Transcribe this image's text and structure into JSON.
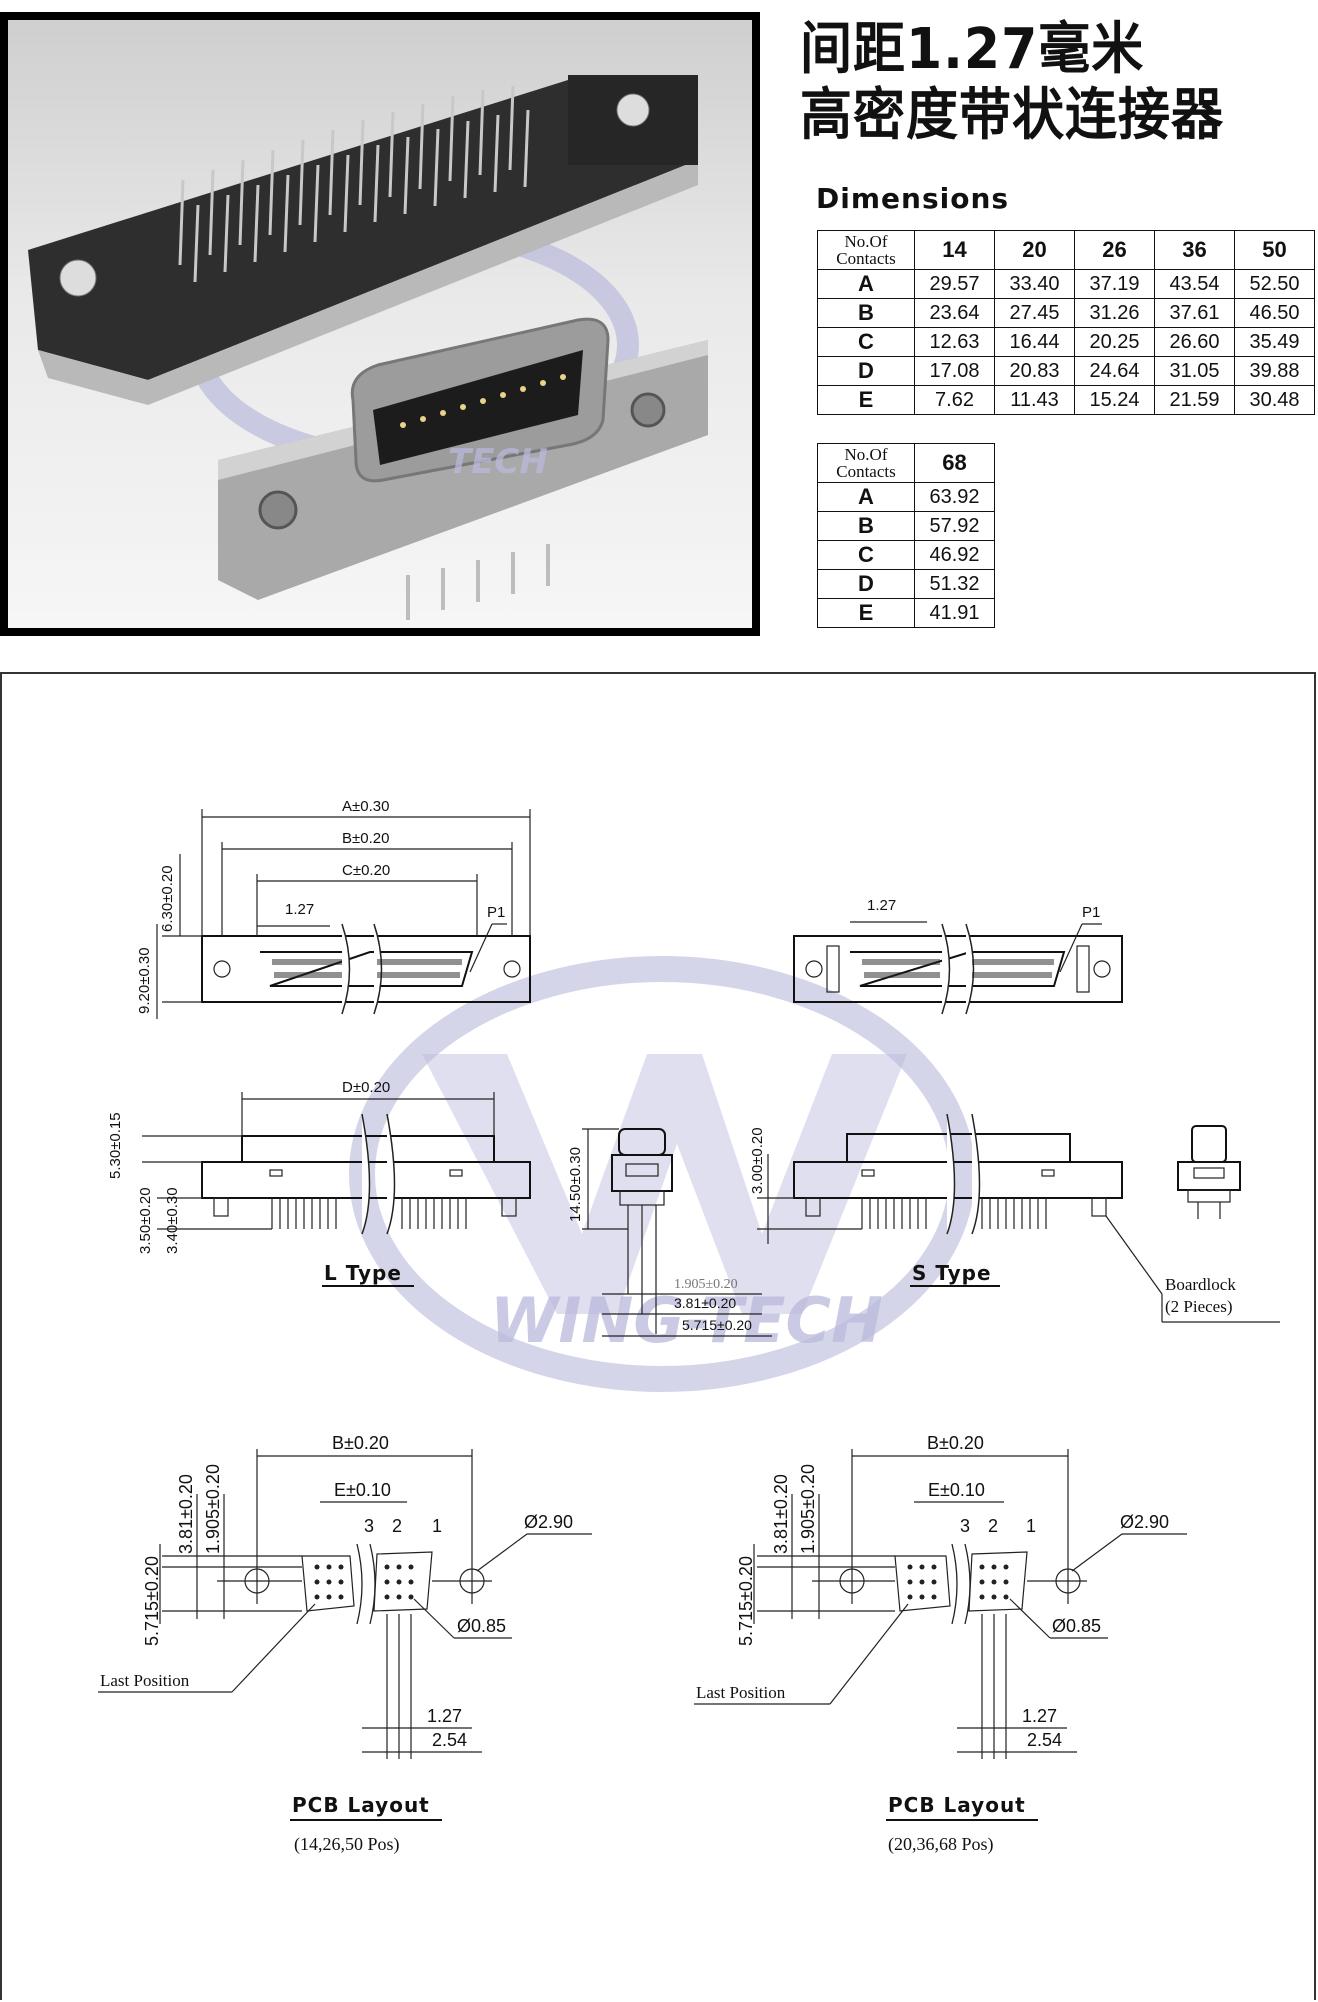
{
  "title": {
    "line1": "间距1.27毫米",
    "line2": "高密度带状连接器"
  },
  "dimensions_heading": "Dimensions",
  "table_main": {
    "header_label": "No.Of Contacts",
    "columns": [
      "14",
      "20",
      "26",
      "36",
      "50"
    ],
    "rows": [
      {
        "label": "A",
        "values": [
          "29.57",
          "33.40",
          "37.19",
          "43.54",
          "52.50"
        ]
      },
      {
        "label": "B",
        "values": [
          "23.64",
          "27.45",
          "31.26",
          "37.61",
          "46.50"
        ]
      },
      {
        "label": "C",
        "values": [
          "12.63",
          "16.44",
          "20.25",
          "26.60",
          "35.49"
        ]
      },
      {
        "label": "D",
        "values": [
          "17.08",
          "20.83",
          "24.64",
          "31.05",
          "39.88"
        ]
      },
      {
        "label": "E",
        "values": [
          "7.62",
          "11.43",
          "15.24",
          "21.59",
          "30.48"
        ]
      }
    ]
  },
  "table_68": {
    "header_label": "No.Of Contacts",
    "columns": [
      "68"
    ],
    "rows": [
      {
        "label": "A",
        "values": [
          "63.92"
        ]
      },
      {
        "label": "B",
        "values": [
          "57.92"
        ]
      },
      {
        "label": "C",
        "values": [
          "46.92"
        ]
      },
      {
        "label": "D",
        "values": [
          "51.32"
        ]
      },
      {
        "label": "E",
        "values": [
          "41.91"
        ]
      }
    ]
  },
  "watermark": {
    "photo_text": "TECH",
    "drawing_text": "WING-TECH",
    "color": "#b9b9dc"
  },
  "drawing": {
    "top_view": {
      "dim_a": "A±0.30",
      "dim_b": "B±0.20",
      "dim_c": "C±0.20",
      "pitch": "1.27",
      "pin1": "P1",
      "height_630": "6.30±0.20",
      "height_920": "9.20±0.30"
    },
    "s_top_view": {
      "pitch": "1.27",
      "pin1": "P1"
    },
    "l_side_view": {
      "dim_d": "D±0.20",
      "dim_530": "5.30±0.15",
      "dim_350": "3.50±0.20",
      "dim_340": "3.40±0.30",
      "caption": "L Type"
    },
    "end_view": {
      "dim_1450": "14.50±0.30",
      "dim_1905": "1.905±0.20",
      "dim_381": "3.81±0.20",
      "dim_5715": "5.715±0.20"
    },
    "s_side_view": {
      "dim_300": "3.00±0.20",
      "caption": "S Type",
      "boardlock_line1": "Boardlock",
      "boardlock_line2": "(2 Pieces)"
    },
    "pcb_left": {
      "dim_b": "B±0.20",
      "dim_e": "E±0.10",
      "pin3": "3",
      "pin2": "2",
      "pin1": "1",
      "hole_big": "Ø2.90",
      "hole_small": "Ø0.85",
      "dim_381": "3.81±0.20",
      "dim_1905": "1.905±0.20",
      "dim_5715": "5.715±0.20",
      "last_position": "Last  Position",
      "pitch_127": "1.27",
      "pitch_254": "2.54",
      "caption": "PCB  Layout",
      "subcaption": "(14,26,50 Pos)"
    },
    "pcb_right": {
      "dim_b": "B±0.20",
      "dim_e": "E±0.10",
      "pin3": "3",
      "pin2": "2",
      "pin1": "1",
      "hole_big": "Ø2.90",
      "hole_small": "Ø0.85",
      "dim_381": "3.81±0.20",
      "dim_1905": "1.905±0.20",
      "dim_5715": "5.715±0.20",
      "last_position": "Last  Position",
      "pitch_127": "1.27",
      "pitch_254": "2.54",
      "caption": "PCB  Layout",
      "subcaption": "(20,36,68 Pos)"
    }
  }
}
